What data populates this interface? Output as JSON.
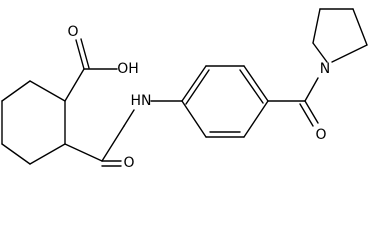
{
  "molecule": {
    "atom_labels": {
      "acid_oxygen": "O",
      "acid_hydroxyl": "OH",
      "amide_nh": "HN",
      "amide_oxygen": "O",
      "pyrrolidine_nitrogen": "N",
      "ketone_oxygen": "O"
    }
  }
}
